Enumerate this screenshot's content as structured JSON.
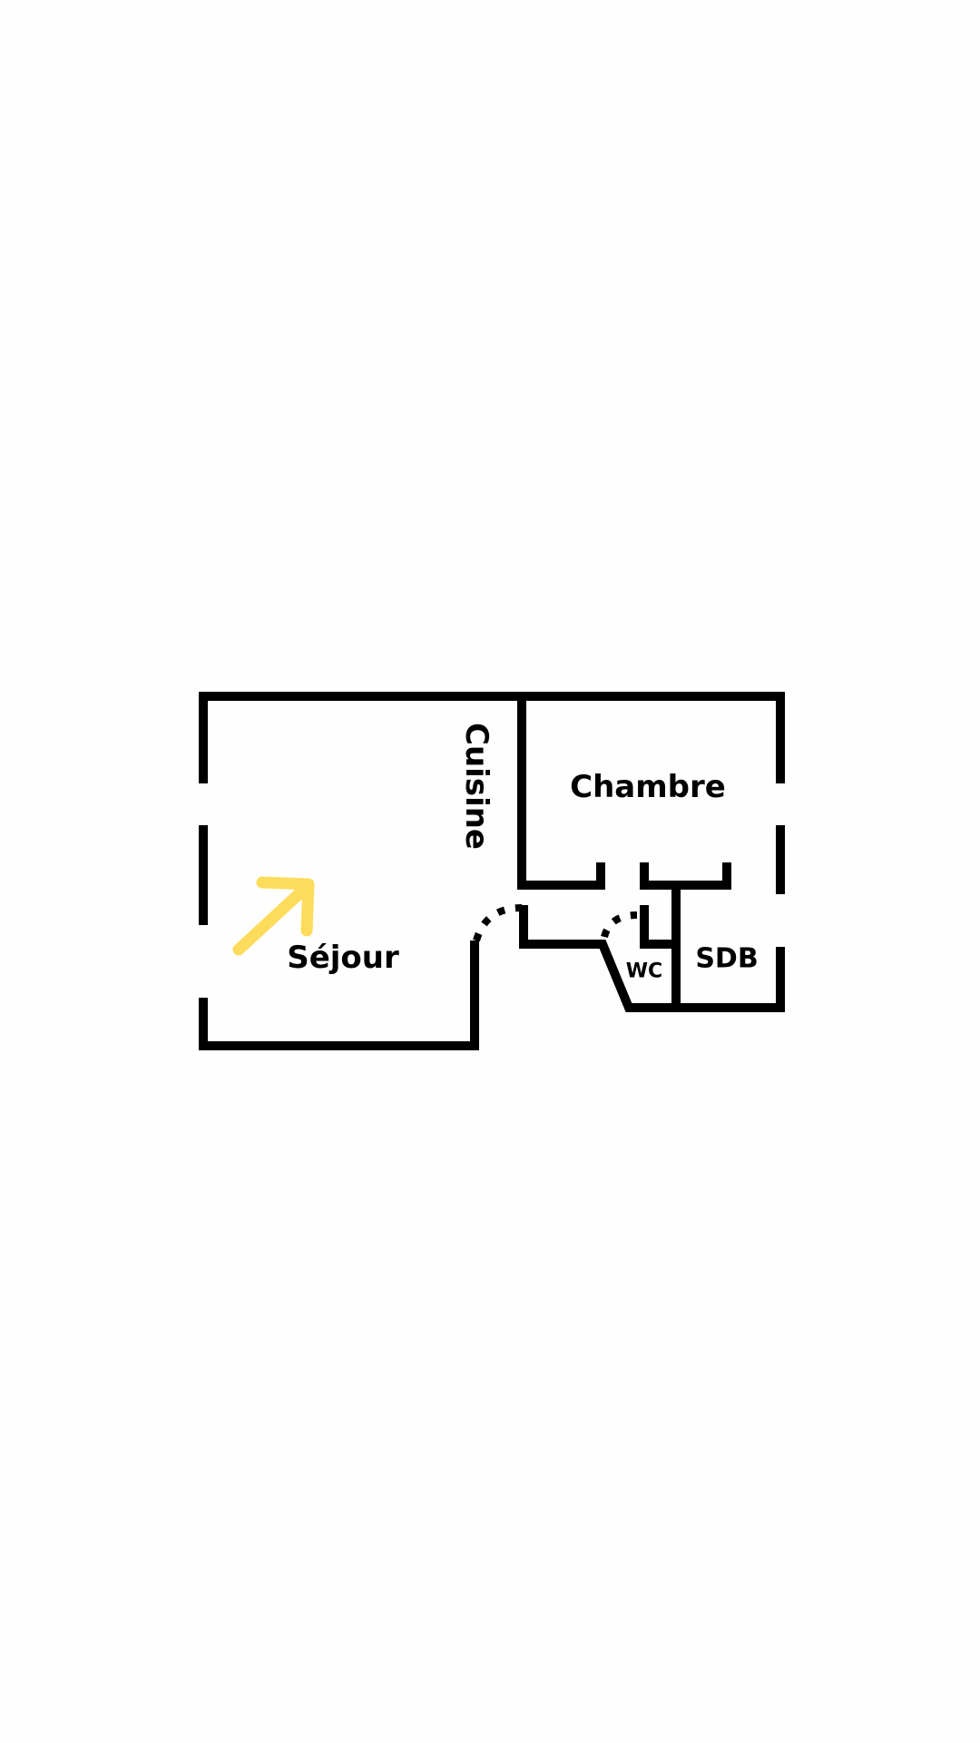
{
  "rooms": {
    "living": "Séjour",
    "kitchen": "Cuisine",
    "bedroom": "Chambre",
    "toilet": "WC",
    "bathroom": "SDB"
  },
  "colors": {
    "walls": "#000000",
    "arrow": "#FDDC5C",
    "background": "#FEFEFE"
  },
  "icons": {
    "view-direction": "arrow-up-right-icon"
  }
}
